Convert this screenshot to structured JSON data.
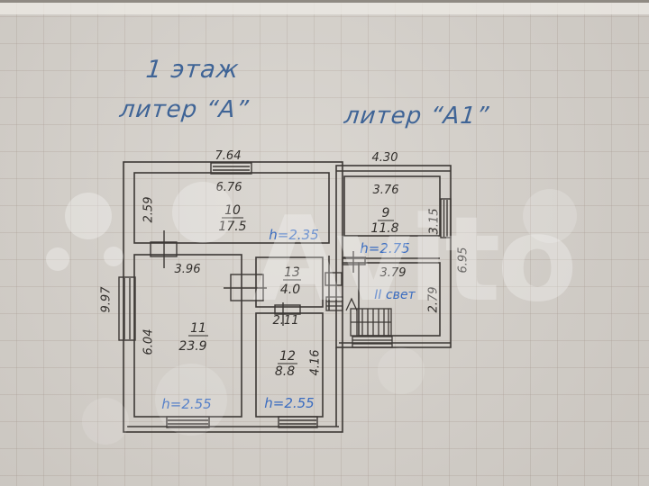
{
  "colors": {
    "paper": "#d6d2cc",
    "ink": "#3c3835",
    "annotation_blue": "#3a6cc0",
    "header_blue": "#3f6496"
  },
  "header": {
    "floor_label": "1 этаж",
    "building_a_label": "литер “А”",
    "building_a1_label": "литер “А1”"
  },
  "watermark": {
    "brand": "Avito"
  },
  "plan": {
    "building_a": {
      "width_top": "7.64",
      "height_left": "9.97"
    },
    "building_a1": {
      "width_top": "4.30",
      "height_right": "6.95"
    },
    "rooms": {
      "r10": {
        "number": "10",
        "area": "17.5",
        "width": "6.76",
        "depth": "2.59",
        "ceiling_height": "h=2.35"
      },
      "r9": {
        "number": "9",
        "area": "11.8",
        "width": "3.76",
        "depth": "3.15",
        "ceiling_height": "h=2.75"
      },
      "r11": {
        "number": "11",
        "area": "23.9",
        "width": "3.96",
        "depth": "6.04",
        "ceiling_height": "h=2.55"
      },
      "r13": {
        "number": "13",
        "area": "4.0",
        "width": "2.11"
      },
      "r12": {
        "number": "12",
        "area": "8.8",
        "depth": "4.16",
        "ceiling_height": "h=2.55"
      },
      "second_light": {
        "label": "II свет",
        "width": "3.79",
        "depth": "2.79"
      }
    }
  }
}
